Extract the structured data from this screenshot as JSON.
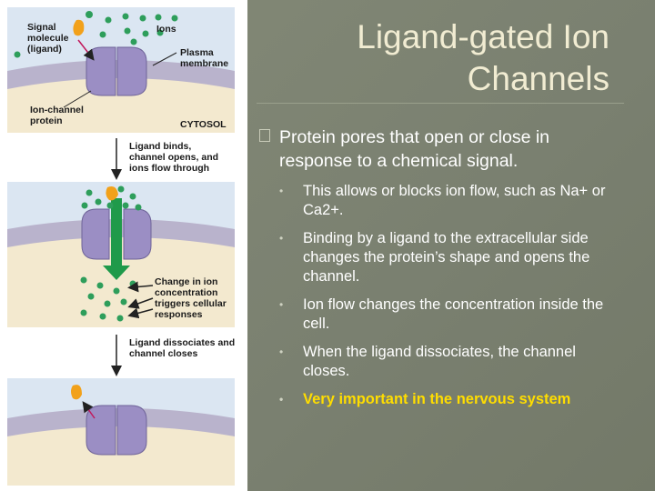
{
  "slide": {
    "title_line1": "Ligand-gated Ion",
    "title_line2": "Channels",
    "main_bullet": "Protein pores that open or close in response to a chemical signal.",
    "sub_bullets": [
      {
        "text": "This allows or blocks ion flow, such as Na+ or Ca2+."
      },
      {
        "text": "Binding by a ligand to the extracellular side changes the protein’s shape and opens the channel."
      },
      {
        "text": "Ion flow changes the concentration inside the cell."
      },
      {
        "text": "When the ligand dissociates, the channel closes."
      },
      {
        "text": "Very important in the nervous system",
        "emphasis": true
      }
    ],
    "emphasis_color": "#ffdd00"
  },
  "diagram": {
    "labels": {
      "signal_l1": "Signal",
      "signal_l2": "molecule",
      "signal_l3": "(ligand)",
      "ions": "Ions",
      "plasma_l1": "Plasma",
      "plasma_l2": "membrane",
      "ionchan_l1": "Ion-channel",
      "ionchan_l2": "protein",
      "cytosol": "CYTOSOL",
      "step1_l1": "Ligand binds,",
      "step1_l2": "channel opens, and",
      "step1_l3": "ions flow through",
      "change_l1": "Change in ion",
      "change_l2": "concentration",
      "change_l3": "triggers cellular",
      "change_l4": "responses",
      "step2_l1": "Ligand dissociates and",
      "step2_l2": "channel closes"
    },
    "colors": {
      "membrane": "#b9b3cc",
      "cytosol_fill": "#f3e9cf",
      "channel": "#9b8ec4",
      "ligand": "#f2a11a",
      "ion": "#2e9e5b",
      "flow_arrow": "#1f9a4a"
    }
  }
}
